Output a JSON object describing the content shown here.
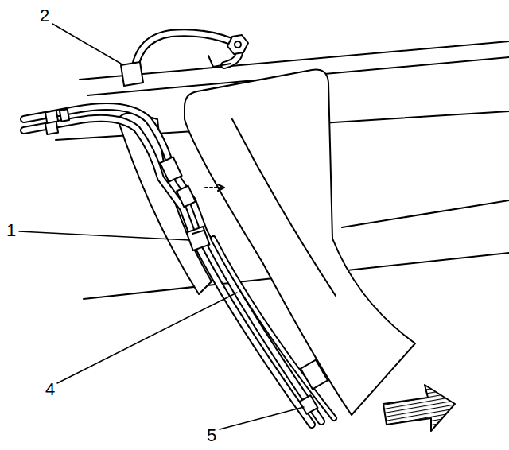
{
  "diagram": {
    "labels": [
      "2",
      "1",
      "4",
      "5"
    ]
  }
}
